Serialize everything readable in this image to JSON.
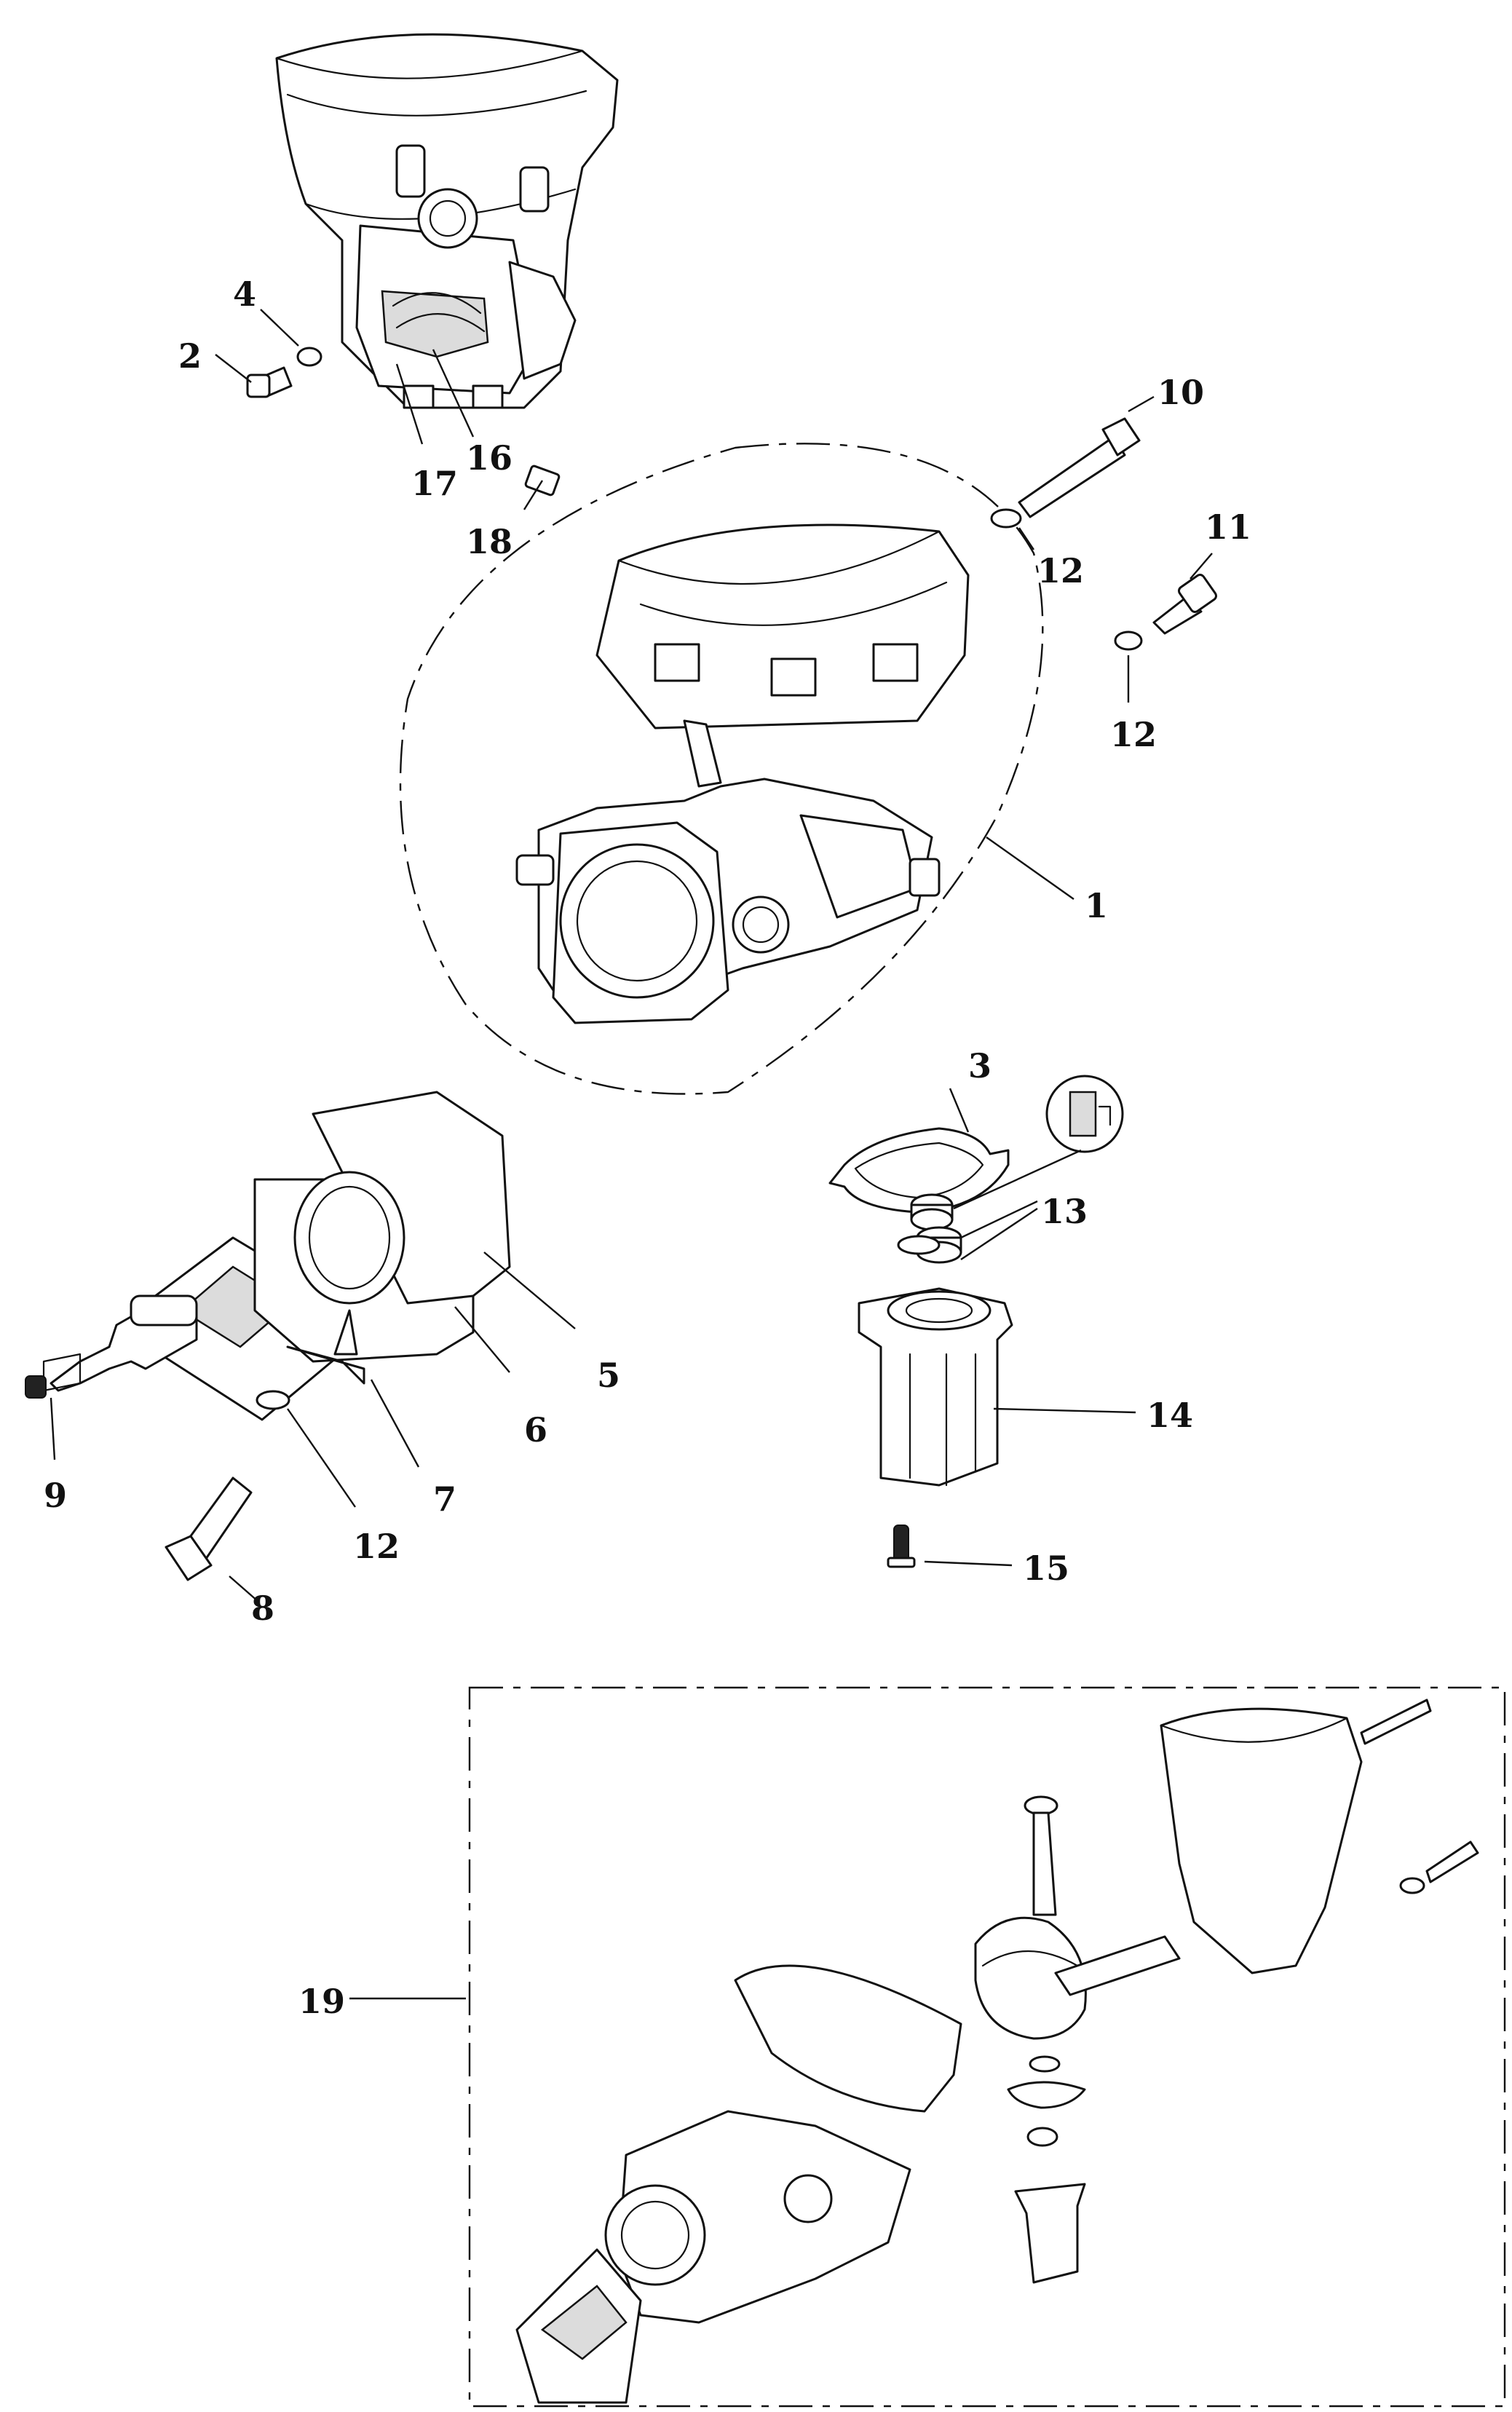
{
  "callouts": [
    {
      "id": "1",
      "label": "1"
    },
    {
      "id": "2",
      "label": "2"
    },
    {
      "id": "3",
      "label": "3"
    },
    {
      "id": "4",
      "label": "4"
    },
    {
      "id": "5",
      "label": "5"
    },
    {
      "id": "6",
      "label": "6"
    },
    {
      "id": "7",
      "label": "7"
    },
    {
      "id": "8",
      "label": "8"
    },
    {
      "id": "9",
      "label": "9"
    },
    {
      "id": "10",
      "label": "10"
    },
    {
      "id": "11",
      "label": "11"
    },
    {
      "id": "12a",
      "label": "12"
    },
    {
      "id": "12b",
      "label": "12"
    },
    {
      "id": "12c",
      "label": "12"
    },
    {
      "id": "13",
      "label": "13"
    },
    {
      "id": "14",
      "label": "14"
    },
    {
      "id": "15",
      "label": "15"
    },
    {
      "id": "16",
      "label": "16"
    },
    {
      "id": "17",
      "label": "17"
    },
    {
      "id": "18",
      "label": "18"
    },
    {
      "id": "19",
      "label": "19"
    }
  ],
  "colors": {
    "line": "#111111",
    "background": "#ffffff",
    "fill": "#dcdcdc"
  }
}
